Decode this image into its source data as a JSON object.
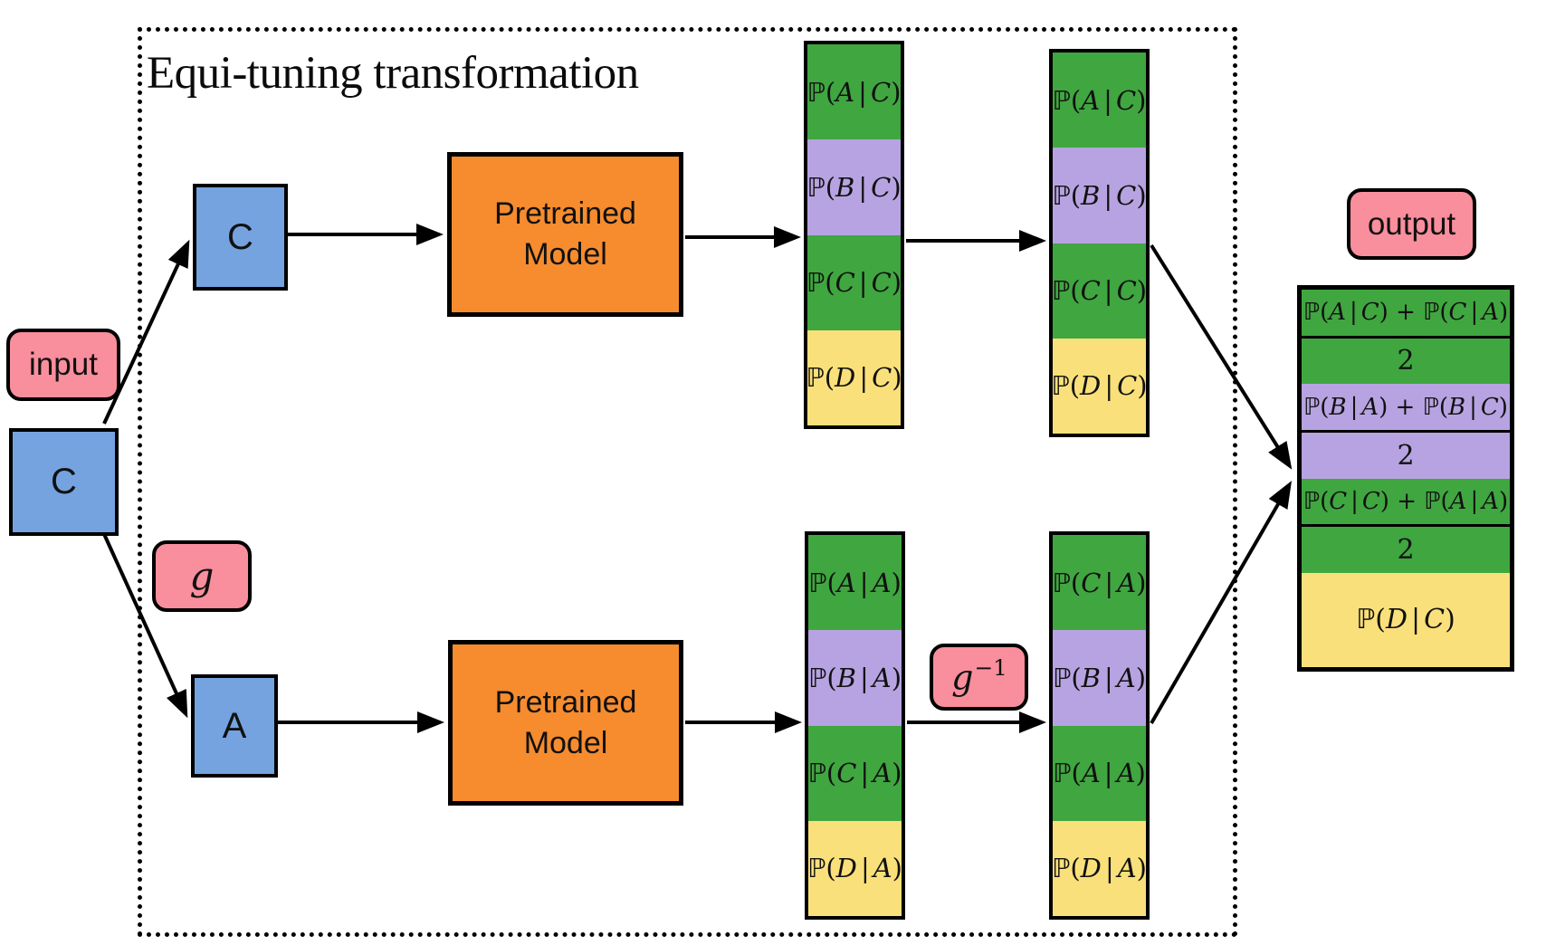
{
  "frame": {
    "title": "Equi-tuning transformation"
  },
  "pills": {
    "input": "input",
    "g": "g",
    "g_inverse": "g^{-1}",
    "output": "output"
  },
  "boxes": {
    "input_letter": "C",
    "top_branch_letter": "C",
    "bottom_branch_letter": "A",
    "model_top": "Pretrained Model",
    "model_bottom": "Pretrained Model"
  },
  "bars": {
    "top_pre": {
      "segments": [
        {
          "math": "P(A|C)",
          "color": "green"
        },
        {
          "math": "P(B|C)",
          "color": "purple"
        },
        {
          "math": "P(C|C)",
          "color": "green"
        },
        {
          "math": "P(D|C)",
          "color": "yellow"
        }
      ]
    },
    "top_post": {
      "segments": [
        {
          "math": "P(A|C)",
          "color": "green"
        },
        {
          "math": "P(B|C)",
          "color": "purple"
        },
        {
          "math": "P(C|C)",
          "color": "green"
        },
        {
          "math": "P(D|C)",
          "color": "yellow"
        }
      ]
    },
    "bottom_pre": {
      "segments": [
        {
          "math": "P(A|A)",
          "color": "green"
        },
        {
          "math": "P(B|A)",
          "color": "purple"
        },
        {
          "math": "P(C|A)",
          "color": "green"
        },
        {
          "math": "P(D|A)",
          "color": "yellow"
        }
      ]
    },
    "bottom_post": {
      "segments": [
        {
          "math": "P(C|A)",
          "color": "green"
        },
        {
          "math": "P(B|A)",
          "color": "purple"
        },
        {
          "math": "P(A|A)",
          "color": "green"
        },
        {
          "math": "P(D|A)",
          "color": "yellow"
        }
      ]
    }
  },
  "output_box": {
    "segments": [
      {
        "num": "P(A|C) + P(C|A)",
        "den": "2",
        "color": "green"
      },
      {
        "num": "P(B|A) + P(B|C)",
        "den": "2",
        "color": "purple"
      },
      {
        "num": "P(C|C) + P(A|A)",
        "den": "2",
        "color": "green"
      },
      {
        "math": "P(D|C)",
        "color": "yellow"
      }
    ]
  },
  "colors": {
    "blue": "#74A3DF",
    "orange": "#F68C2E",
    "pink": "#F98E9D",
    "green": "#40A640",
    "purple": "#B7A3E1",
    "yellow": "#FAE07A"
  }
}
